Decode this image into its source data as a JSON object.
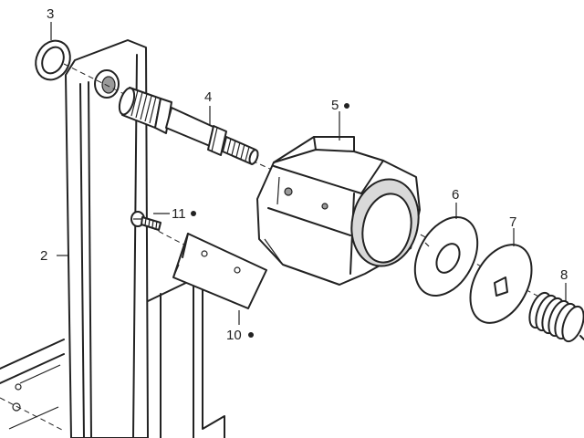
{
  "diagram": {
    "colors": {
      "ink": "#222222",
      "paper": "#ffffff",
      "shade": "#d9d9d9"
    },
    "callouts": [
      {
        "id": "3",
        "text": "3"
      },
      {
        "id": "2",
        "text": "2"
      },
      {
        "id": "4",
        "text": "4"
      },
      {
        "id": "5",
        "text": "5"
      },
      {
        "id": "6",
        "text": "6"
      },
      {
        "id": "7",
        "text": "7"
      },
      {
        "id": "8",
        "text": "8"
      },
      {
        "id": "10",
        "text": "10"
      },
      {
        "id": "11",
        "text": "11"
      }
    ]
  }
}
